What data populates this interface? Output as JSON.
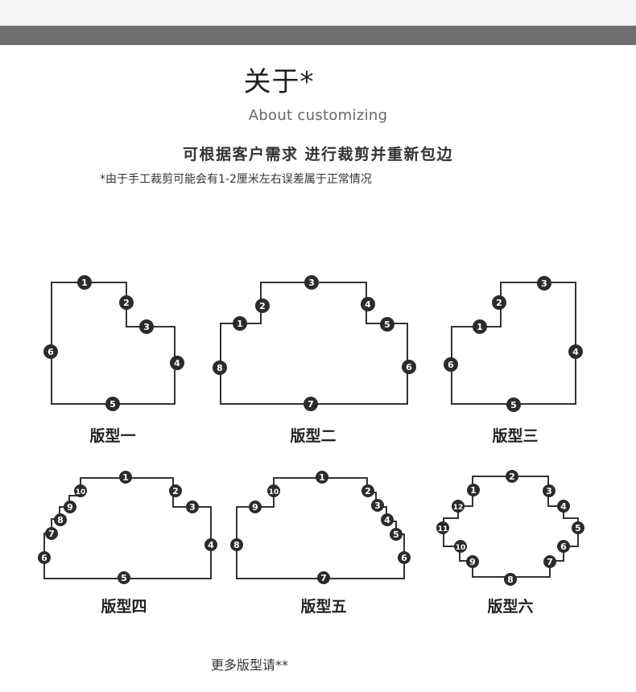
{
  "header": {
    "title": "关于*",
    "subtitle": "About customizing",
    "headline": "可根据客户需求 进行裁剪并重新包边",
    "note": "*由于手工裁剪可能会有1-2厘米左右误差属于正常情况"
  },
  "shapes": [
    {
      "name": "版型一",
      "markers": [
        "1",
        "2",
        "3",
        "4",
        "5",
        "6"
      ]
    },
    {
      "name": "版型二",
      "markers": [
        "1",
        "2",
        "3",
        "4",
        "5",
        "6",
        "7",
        "8"
      ]
    },
    {
      "name": "版型三",
      "markers": [
        "1",
        "2",
        "3",
        "4",
        "5",
        "6"
      ]
    },
    {
      "name": "版型四",
      "markers": [
        "1",
        "2",
        "3",
        "4",
        "5",
        "6",
        "7",
        "8",
        "9",
        "10"
      ]
    },
    {
      "name": "版型五",
      "markers": [
        "1",
        "2",
        "3",
        "4",
        "5",
        "6",
        "7",
        "8",
        "9",
        "10"
      ]
    },
    {
      "name": "版型六",
      "markers": [
        "1",
        "2",
        "3",
        "4",
        "5",
        "6",
        "7",
        "8",
        "9",
        "10",
        "11",
        "12"
      ]
    }
  ],
  "footer": {
    "more": "更多版型请**"
  },
  "colors": {
    "top_bar": "#f4f4f4",
    "grey_bar": "#6f6f6f",
    "outline": "#333333",
    "marker": "#2b2b2b"
  }
}
